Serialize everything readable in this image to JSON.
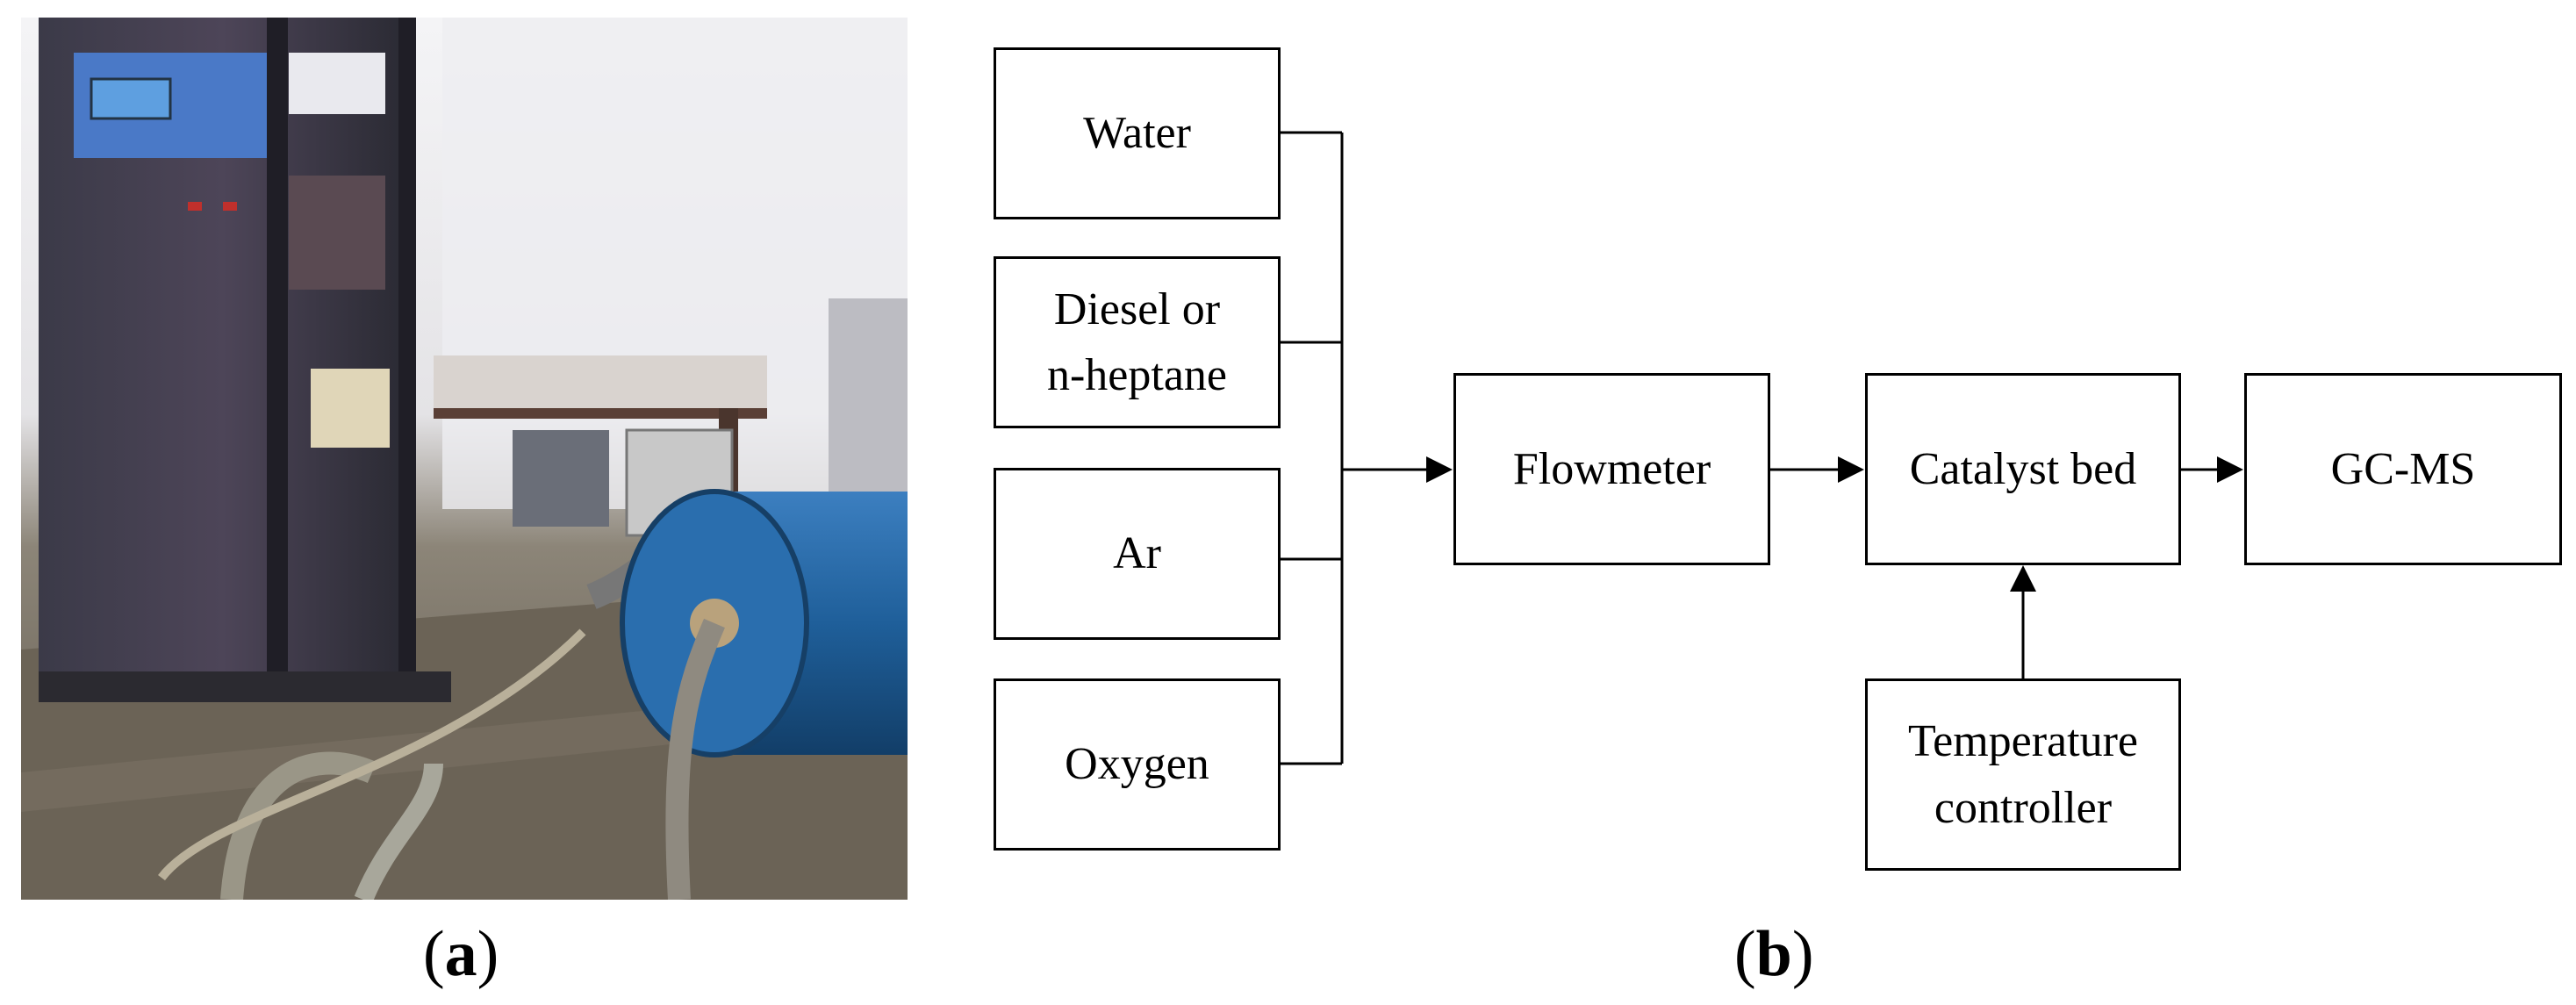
{
  "panel_a": {
    "label_open": "(",
    "label_letter": "a",
    "label_close": ")"
  },
  "panel_b": {
    "label_open": "(",
    "label_letter": "b",
    "label_close": ")",
    "inputs": {
      "water": "Water",
      "fuel_line1": "Diesel or",
      "fuel_line2": "n-heptane",
      "ar": "Ar",
      "oxygen": "Oxygen"
    },
    "flowmeter": "Flowmeter",
    "catalyst_bed": "Catalyst bed",
    "gcms": "GC-MS",
    "temp_line1": "Temperature",
    "temp_line2": "controller"
  },
  "colors": {
    "line": "#000000",
    "cylinder": "#1f5f9a",
    "rack": "#2a2a33"
  }
}
